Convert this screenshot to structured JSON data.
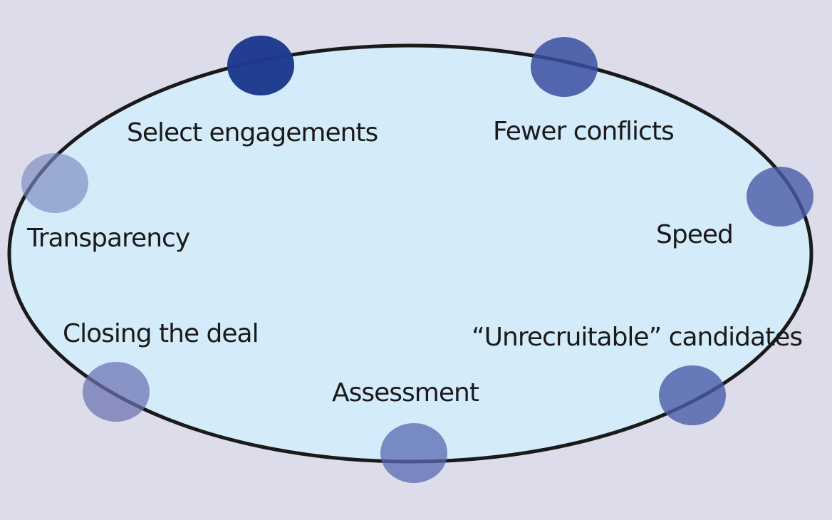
{
  "diagram": {
    "colors": {
      "background": "#dcdcea",
      "ellipse_fill": "#d4ecfa",
      "ellipse_stroke": "#1a1a1a",
      "text": "#1a1a1a"
    },
    "nodes": [
      {
        "label": "Select engagements",
        "color": "#1f3a8f",
        "opacity": 0.98
      },
      {
        "label": "Fewer conflicts",
        "color": "#3a4fa0",
        "opacity": 0.85
      },
      {
        "label": "Speed",
        "color": "#4a5aa8",
        "opacity": 0.8
      },
      {
        "label": "“Unrecruitable” candidates",
        "color": "#4a5ca8",
        "opacity": 0.8
      },
      {
        "label": "Assessment",
        "color": "#5a6ab0",
        "opacity": 0.75
      },
      {
        "label": "Closing the deal",
        "color": "#6a72b0",
        "opacity": 0.72
      },
      {
        "label": "Transparency",
        "color": "#7a88c0",
        "opacity": 0.65
      }
    ]
  }
}
